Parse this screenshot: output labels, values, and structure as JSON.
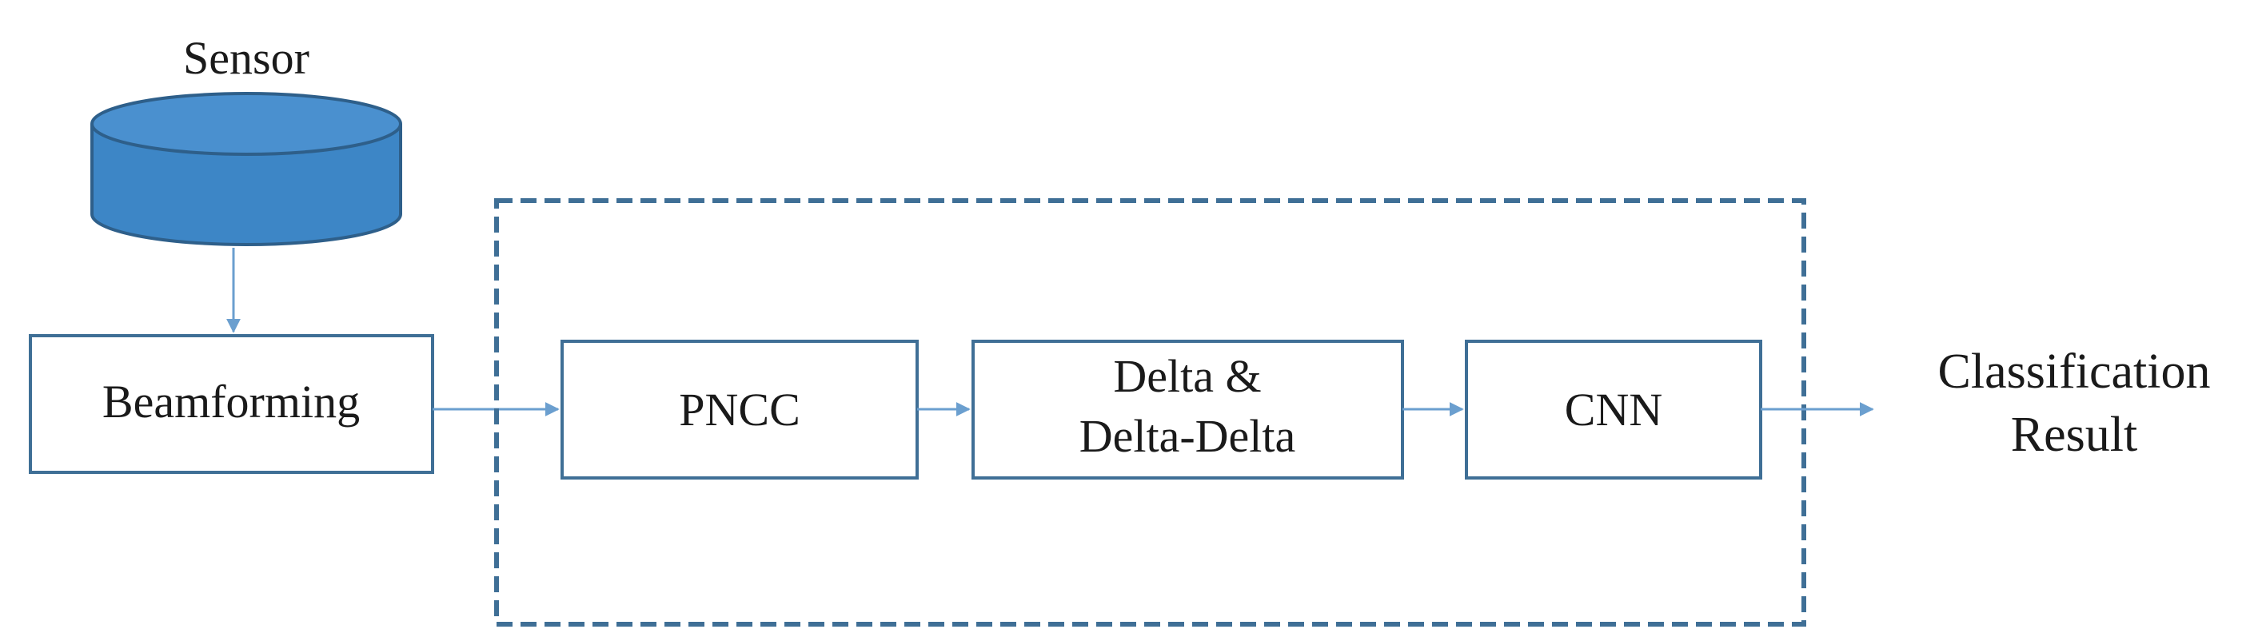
{
  "sensor": {
    "label": "Sensor",
    "icon": "database-cylinder-icon"
  },
  "blocks": {
    "beamforming": "Beamforming",
    "pncc": "PNCC",
    "delta_line1": "Delta &",
    "delta_line2": "Delta-Delta",
    "cnn": "CNN"
  },
  "output": {
    "line1": "Classification",
    "line2": "Result"
  },
  "colors": {
    "box_stroke": "#3f6f96",
    "arrow": "#6b9fcf",
    "cylinder_fill": "#3d86c6",
    "cylinder_top": "#4a90cf",
    "cylinder_stroke": "#2e5f8a",
    "dashed_frame": "#3f6f96"
  }
}
